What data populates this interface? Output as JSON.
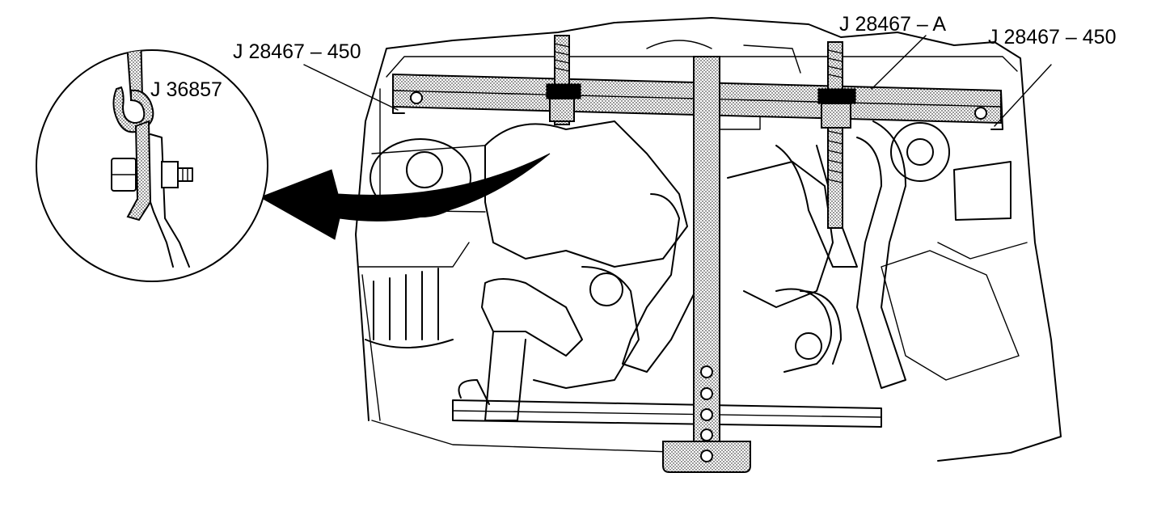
{
  "callouts": {
    "inset_tool": "J 36857",
    "left_bar": "J 28467 – 450",
    "center_fixture": "J 28467 – A",
    "right_bar": "J 28467 – 450"
  }
}
